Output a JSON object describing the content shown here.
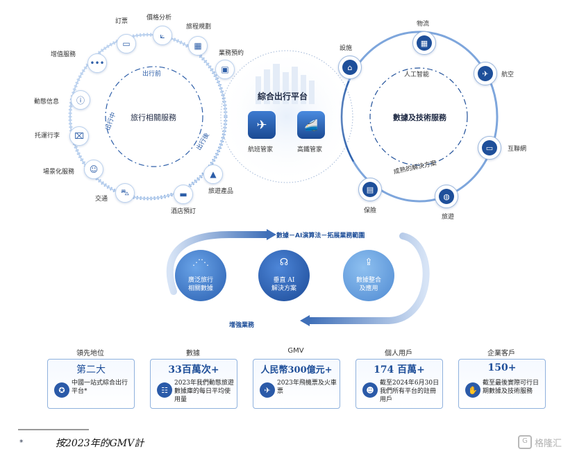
{
  "left_ring": {
    "center": "旅行相關服務",
    "arc_labels": [
      "出行前",
      "出行中",
      "出行後"
    ],
    "items": [
      {
        "label": "訂票",
        "icon": "ticket-icon"
      },
      {
        "label": "價格分析",
        "icon": "chart-icon"
      },
      {
        "label": "旅程規劃",
        "icon": "calendar-icon"
      },
      {
        "label": "業務預約",
        "icon": "briefcase-icon"
      },
      {
        "label": "增值服務",
        "icon": "more-icon"
      },
      {
        "label": "動態信息",
        "icon": "info-icon"
      },
      {
        "label": "托運行李",
        "icon": "luggage-icon"
      },
      {
        "label": "場景化服務",
        "icon": "person-icon"
      },
      {
        "label": "交通",
        "icon": "car-icon"
      },
      {
        "label": "酒店預訂",
        "icon": "bed-icon"
      },
      {
        "label": "旅遊產品",
        "icon": "mountain-icon"
      }
    ]
  },
  "center_platform": {
    "title": "綜合出行平台",
    "apps": [
      {
        "label": "航班管家",
        "icon": "flight-app-icon"
      },
      {
        "label": "高鐵管家",
        "icon": "train-app-icon"
      }
    ]
  },
  "right_ring": {
    "center": "數據及技術服務",
    "arc_top": "人工智能",
    "arc_bottom": "成熟的解決方案",
    "items": [
      {
        "label": "物流",
        "icon": "boxes-icon"
      },
      {
        "label": "設施",
        "icon": "building-icon"
      },
      {
        "label": "航空",
        "icon": "plane-icon"
      },
      {
        "label": "互聯網",
        "icon": "monitor-icon"
      },
      {
        "label": "保險",
        "icon": "document-icon"
      },
      {
        "label": "旅遊",
        "icon": "globe-icon"
      }
    ]
  },
  "cycle": {
    "top_arrow": "數據－AI演算法－拓展業務範圍",
    "bottom_arrow": "增強業務",
    "bubbles": [
      {
        "label": "廣泛旅行相關數據",
        "line1": "廣泛旅行",
        "line2": "相關數據",
        "icon": "data-icon"
      },
      {
        "label": "垂直AI解決方案",
        "line1": "垂直 AI",
        "line2": "解決方案",
        "icon": "ai-head-icon"
      },
      {
        "label": "數據整合及應用",
        "line1": "數據整合",
        "line2": "及應用",
        "icon": "upload-icon"
      }
    ]
  },
  "stats": [
    {
      "category": "領先地位",
      "value": "第二大",
      "desc": "中國一站式綜合出行平台*",
      "icon": "award-icon"
    },
    {
      "category": "數據",
      "value": "33百萬次+",
      "desc": "2023年我們動態旅遊數據庫的每日平均使用量",
      "icon": "database-icon"
    },
    {
      "category": "GMV",
      "value": "人民幣300億元+",
      "desc": "2023年飛機票及火車票",
      "icon": "plane-icon"
    },
    {
      "category": "個人用戶",
      "value": "174 百萬+",
      "desc": "截至2024年6月30日我們所有平台的註冊用戶",
      "icon": "users-icon"
    },
    {
      "category": "企業客戶",
      "value": "150+",
      "desc": "截至最後實際可行日期數據及技術服務",
      "icon": "handshake-icon"
    }
  ],
  "footnote": {
    "mark": "*",
    "text": "按2023年的GMV計"
  },
  "watermark": "格隆汇"
}
